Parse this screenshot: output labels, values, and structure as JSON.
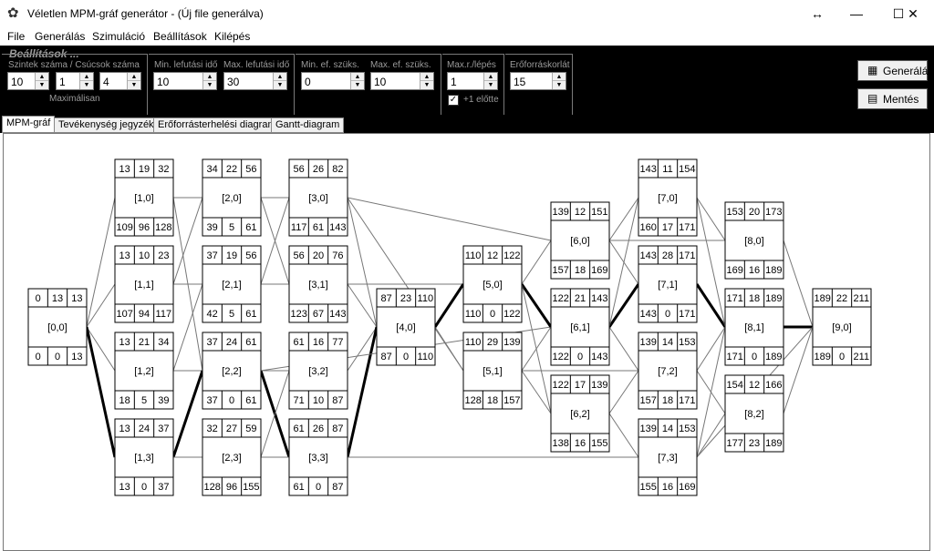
{
  "window": {
    "title": "Véletlen MPM-gráf generátor - (Új file generálva)",
    "app_icon": "gear-icon",
    "resize_glyph": "↔",
    "minimize_glyph": "—",
    "maximize_glyph": "☐",
    "close_glyph": "✕"
  },
  "menu": [
    "File",
    "Generálás",
    "Szimuláció",
    "Beállítások",
    "Kilépés"
  ],
  "settings": {
    "legend": "Beállítások ...",
    "levels_label": "Szintek száma / Csúcsok száma",
    "maximalisan_label": "Maximálisan",
    "levels_value": "10",
    "nodes_min_value": "1",
    "nodes_max_value": "4",
    "min_run_label": "Min. lefutási idő",
    "min_run_value": "10",
    "max_run_label": "Max. lefutási idő",
    "max_run_value": "30",
    "min_res_label": "Min. ef. szüks.",
    "min_res_value": "0",
    "max_res_label": "Max. ef. szüks.",
    "max_res_value": "10",
    "max_step_label": "Max.r./lépés",
    "max_step_value": "1",
    "plus_one_label": "+1 előtte",
    "plus_one_checked": true,
    "limit_label": "Erőforráskorlát",
    "limit_value": "15",
    "generate_label": "Generálás",
    "save_label": "Mentés"
  },
  "tabs": [
    "MPM-gráf",
    "Tevékenység jegyzék",
    "Erőforrásterhelési diagram",
    "Gantt-diagram"
  ],
  "active_tab": 0,
  "graph": {
    "nodes": [
      {
        "id": "[0,0]",
        "top": [
          "0",
          "13",
          "13"
        ],
        "bottom": [
          "0",
          "0",
          "13"
        ]
      },
      {
        "id": "[1,0]",
        "top": [
          "13",
          "19",
          "32"
        ],
        "bottom": [
          "109",
          "96",
          "128"
        ]
      },
      {
        "id": "[1,1]",
        "top": [
          "13",
          "10",
          "23"
        ],
        "bottom": [
          "107",
          "94",
          "117"
        ]
      },
      {
        "id": "[1,2]",
        "top": [
          "13",
          "21",
          "34"
        ],
        "bottom": [
          "18",
          "5",
          "39"
        ]
      },
      {
        "id": "[1,3]",
        "top": [
          "13",
          "24",
          "37"
        ],
        "bottom": [
          "13",
          "0",
          "37"
        ]
      },
      {
        "id": "[2,0]",
        "top": [
          "34",
          "22",
          "56"
        ],
        "bottom": [
          "39",
          "5",
          "61"
        ]
      },
      {
        "id": "[2,1]",
        "top": [
          "37",
          "19",
          "56"
        ],
        "bottom": [
          "42",
          "5",
          "61"
        ]
      },
      {
        "id": "[2,2]",
        "top": [
          "37",
          "24",
          "61"
        ],
        "bottom": [
          "37",
          "0",
          "61"
        ]
      },
      {
        "id": "[2,3]",
        "top": [
          "32",
          "27",
          "59"
        ],
        "bottom": [
          "128",
          "96",
          "155"
        ]
      },
      {
        "id": "[3,0]",
        "top": [
          "56",
          "26",
          "82"
        ],
        "bottom": [
          "117",
          "61",
          "143"
        ]
      },
      {
        "id": "[3,1]",
        "top": [
          "56",
          "20",
          "76"
        ],
        "bottom": [
          "123",
          "67",
          "143"
        ]
      },
      {
        "id": "[3,2]",
        "top": [
          "61",
          "16",
          "77"
        ],
        "bottom": [
          "71",
          "10",
          "87"
        ]
      },
      {
        "id": "[3,3]",
        "top": [
          "61",
          "26",
          "87"
        ],
        "bottom": [
          "61",
          "0",
          "87"
        ]
      },
      {
        "id": "[4,0]",
        "top": [
          "87",
          "23",
          "110"
        ],
        "bottom": [
          "87",
          "0",
          "110"
        ]
      },
      {
        "id": "[5,0]",
        "top": [
          "110",
          "12",
          "122"
        ],
        "bottom": [
          "110",
          "0",
          "122"
        ]
      },
      {
        "id": "[5,1]",
        "top": [
          "110",
          "29",
          "139"
        ],
        "bottom": [
          "128",
          "18",
          "157"
        ]
      },
      {
        "id": "[6,0]",
        "top": [
          "139",
          "12",
          "151"
        ],
        "bottom": [
          "157",
          "18",
          "169"
        ]
      },
      {
        "id": "[6,1]",
        "top": [
          "122",
          "21",
          "143"
        ],
        "bottom": [
          "122",
          "0",
          "143"
        ]
      },
      {
        "id": "[6,2]",
        "top": [
          "122",
          "17",
          "139"
        ],
        "bottom": [
          "138",
          "16",
          "155"
        ]
      },
      {
        "id": "[7,0]",
        "top": [
          "143",
          "11",
          "154"
        ],
        "bottom": [
          "160",
          "17",
          "171"
        ]
      },
      {
        "id": "[7,1]",
        "top": [
          "143",
          "28",
          "171"
        ],
        "bottom": [
          "143",
          "0",
          "171"
        ]
      },
      {
        "id": "[7,2]",
        "top": [
          "139",
          "14",
          "153"
        ],
        "bottom": [
          "157",
          "18",
          "171"
        ]
      },
      {
        "id": "[7,3]",
        "top": [
          "139",
          "14",
          "153"
        ],
        "bottom": [
          "155",
          "16",
          "169"
        ]
      },
      {
        "id": "[8,0]",
        "top": [
          "153",
          "20",
          "173"
        ],
        "bottom": [
          "169",
          "16",
          "189"
        ]
      },
      {
        "id": "[8,1]",
        "top": [
          "171",
          "18",
          "189"
        ],
        "bottom": [
          "171",
          "0",
          "189"
        ]
      },
      {
        "id": "[8,2]",
        "top": [
          "154",
          "12",
          "166"
        ],
        "bottom": [
          "177",
          "23",
          "189"
        ]
      },
      {
        "id": "[9,0]",
        "top": [
          "189",
          "22",
          "211"
        ],
        "bottom": [
          "189",
          "0",
          "211"
        ]
      }
    ],
    "edges": [
      [
        "[0,0]",
        "[1,0]",
        false
      ],
      [
        "[0,0]",
        "[1,1]",
        false
      ],
      [
        "[0,0]",
        "[1,2]",
        false
      ],
      [
        "[0,0]",
        "[1,3]",
        true
      ],
      [
        "[1,0]",
        "[2,0]",
        false
      ],
      [
        "[1,0]",
        "[2,2]",
        false
      ],
      [
        "[1,1]",
        "[2,1]",
        false
      ],
      [
        "[1,1]",
        "[2,0]",
        false
      ],
      [
        "[1,2]",
        "[2,1]",
        false
      ],
      [
        "[1,2]",
        "[2,2]",
        false
      ],
      [
        "[1,3]",
        "[2,2]",
        true
      ],
      [
        "[1,3]",
        "[2,3]",
        false
      ],
      [
        "[2,0]",
        "[3,0]",
        false
      ],
      [
        "[2,0]",
        "[3,1]",
        false
      ],
      [
        "[2,1]",
        "[3,1]",
        false
      ],
      [
        "[2,1]",
        "[3,0]",
        false
      ],
      [
        "[2,2]",
        "[3,2]",
        false
      ],
      [
        "[2,2]",
        "[3,3]",
        true
      ],
      [
        "[2,3]",
        "[3,3]",
        false
      ],
      [
        "[2,3]",
        "[3,2]",
        false
      ],
      [
        "[3,0]",
        "[4,0]",
        false
      ],
      [
        "[3,1]",
        "[4,0]",
        false
      ],
      [
        "[3,2]",
        "[4,0]",
        false
      ],
      [
        "[3,3]",
        "[4,0]",
        true
      ],
      [
        "[3,0]",
        "[6,0]",
        false
      ],
      [
        "[3,1]",
        "[5,0]",
        false
      ],
      [
        "[3,3]",
        "[7,3]",
        false
      ],
      [
        "[2,2]",
        "[6,1]",
        false
      ],
      [
        "[4,0]",
        "[5,0]",
        true
      ],
      [
        "[4,0]",
        "[5,1]",
        false
      ],
      [
        "[5,0]",
        "[6,1]",
        true
      ],
      [
        "[5,0]",
        "[6,0]",
        false
      ],
      [
        "[5,0]",
        "[6,2]",
        false
      ],
      [
        "[5,1]",
        "[6,1]",
        false
      ],
      [
        "[5,1]",
        "[6,2]",
        false
      ],
      [
        "[6,1]",
        "[7,1]",
        true
      ],
      [
        "[6,1]",
        "[7,0]",
        false
      ],
      [
        "[6,1]",
        "[7,2]",
        false
      ],
      [
        "[6,0]",
        "[7,0]",
        false
      ],
      [
        "[6,0]",
        "[7,1]",
        false
      ],
      [
        "[6,2]",
        "[7,2]",
        false
      ],
      [
        "[6,2]",
        "[7,3]",
        false
      ],
      [
        "[5,1]",
        "[7,2]",
        false
      ],
      [
        "[7,1]",
        "[8,1]",
        true
      ],
      [
        "[7,0]",
        "[8,0]",
        false
      ],
      [
        "[7,0]",
        "[8,1]",
        false
      ],
      [
        "[7,2]",
        "[8,1]",
        false
      ],
      [
        "[7,2]",
        "[8,2]",
        false
      ],
      [
        "[7,3]",
        "[8,2]",
        false
      ],
      [
        "[7,3]",
        "[8,1]",
        false
      ],
      [
        "[6,0]",
        "[8,0]",
        false
      ],
      [
        "[8,1]",
        "[9,0]",
        true
      ],
      [
        "[8,0]",
        "[9,0]",
        false
      ],
      [
        "[8,2]",
        "[9,0]",
        false
      ],
      [
        "[7,3]",
        "[9,0]",
        false
      ],
      [
        "[3,0]",
        "[5,1]",
        false
      ]
    ]
  }
}
